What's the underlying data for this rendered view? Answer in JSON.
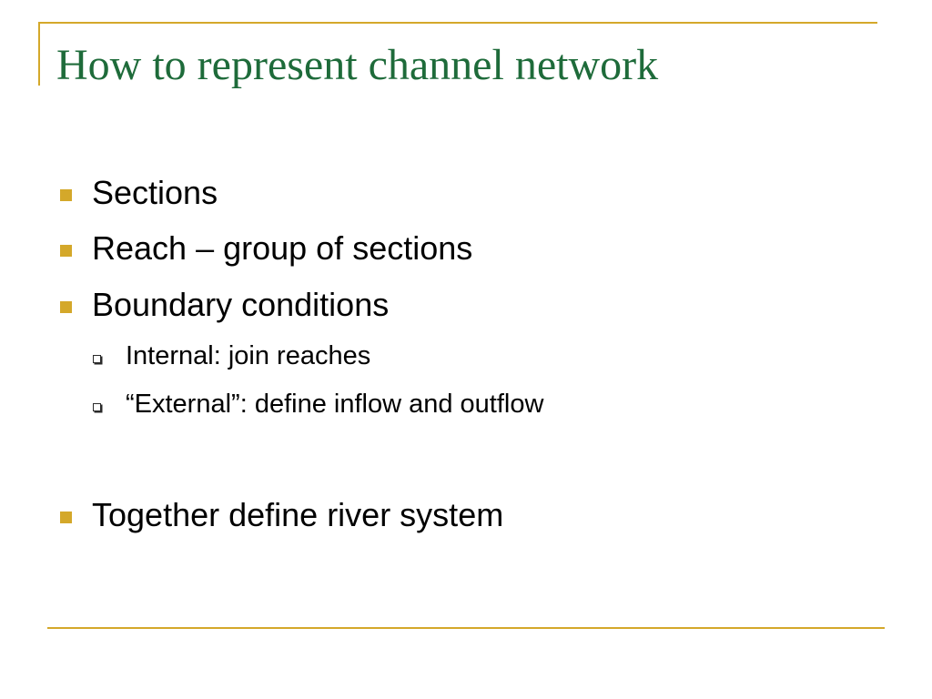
{
  "slide": {
    "title": "How to represent channel network",
    "bullets": [
      {
        "level": 1,
        "text": "Sections"
      },
      {
        "level": 1,
        "text": "Reach – group of sections"
      },
      {
        "level": 1,
        "text": "Boundary conditions"
      },
      {
        "level": 2,
        "text": "Internal: join reaches"
      },
      {
        "level": 2,
        "text": "“External”: define inflow and outflow"
      },
      {
        "level": 1,
        "text": "Together define river system"
      }
    ]
  },
  "colors": {
    "title": "#1e6b3a",
    "accent": "#d4a82a",
    "body_text": "#000000"
  },
  "icons": {
    "level1_bullet": "gold-square-bullet-icon",
    "level2_bullet": "hollow-square-bullet-icon"
  }
}
